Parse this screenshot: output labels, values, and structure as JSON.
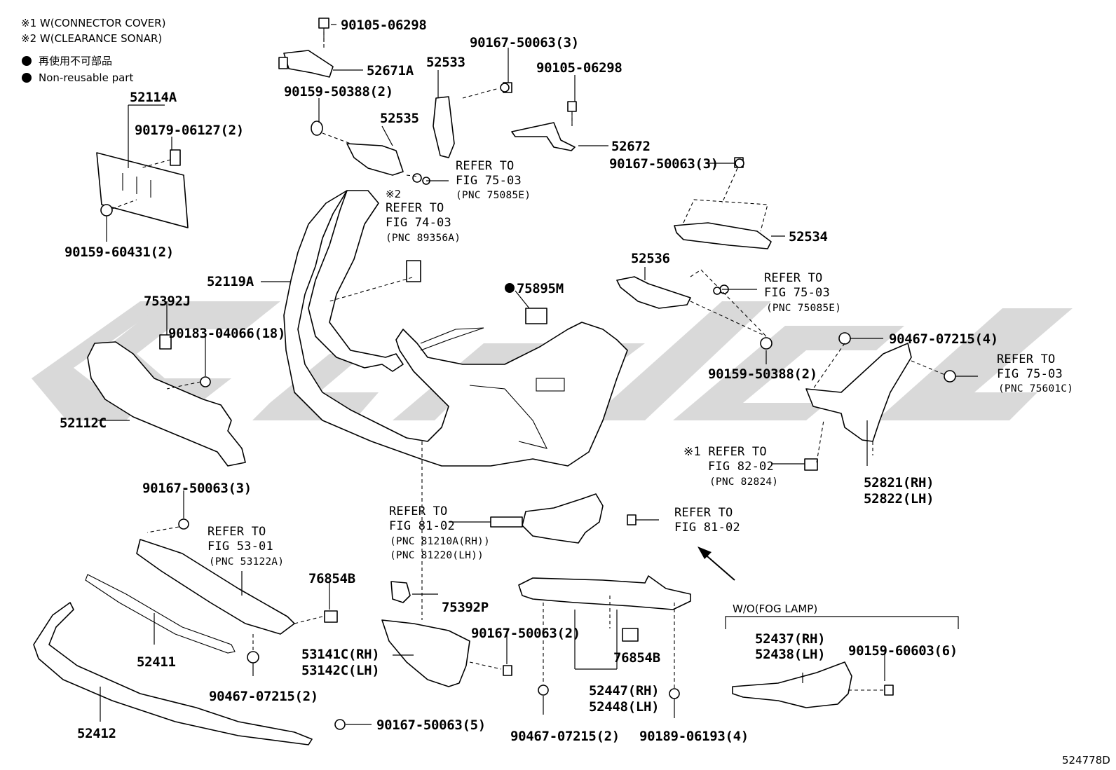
{
  "notes": {
    "note1": "※1 W(CONNECTOR COVER)",
    "note2": "※2 W(CLEARANCE SONAR)",
    "nonreusable_jp": "再使用不可部品",
    "nonreusable_en": "Non-reusable part"
  },
  "illustration_id": "524778D",
  "section_label": "W/O(FOG LAMP)",
  "part_labels": {
    "p90105_06298_top": "90105-06298",
    "p52671A": "52671A",
    "p90167_50063_3_top": "90167-50063(3)",
    "p52533": "52533",
    "p90105_06298_right": "90105-06298",
    "p52114A": "52114A",
    "p90159_50388_2_top": "90159-50388(2)",
    "p52535": "52535",
    "p90179_06127_2": "90179-06127(2)",
    "p52672": "52672",
    "p90167_50063_3_right": "90167-50063(3)",
    "p90159_60431_2": "90159-60431(2)",
    "p52534": "52534",
    "p52119A": "52119A",
    "p52536": "52536",
    "p75895M": "75895M",
    "p75392J": "75392J",
    "p90183_04066_18": "90183-04066(18)",
    "p90467_07215_4": "90467-07215(4)",
    "p90159_50388_2_right": "90159-50388(2)",
    "p52112C": "52112C",
    "p52821RH": "52821(RH)",
    "p52822LH": "52822(LH)",
    "p90167_50063_3_left": "90167-50063(3)",
    "p76854B_left": "76854B",
    "p75392P": "75392P",
    "p52411": "52411",
    "p53141C": "53141C(RH)",
    "p53142C": "53142C(LH)",
    "p90167_50063_2": "90167-50063(2)",
    "p76854B_right": "76854B",
    "p52437": "52437(RH)",
    "p52438": "52438(LH)",
    "p90159_60603_6": "90159-60603(6)",
    "p52447": "52447(RH)",
    "p52448": "52448(LH)",
    "p90467_07215_2_left": "90467-07215(2)",
    "p52412": "52412",
    "p90167_50063_5": "90167-50063(5)",
    "p90467_07215_2_bottom": "90467-07215(2)",
    "p90189_06193_4": "90189-06193(4)"
  },
  "references": {
    "ref1": {
      "l1": "REFER TO",
      "l2": "FIG 75-03",
      "l3": "(PNC 75085E)"
    },
    "ref2": {
      "prefix": "※2",
      "l1": "REFER TO",
      "l2": "FIG 74-03",
      "l3": "(PNC 89356A)"
    },
    "ref3": {
      "l1": "REFER TO",
      "l2": "FIG 75-03",
      "l3": "(PNC 75085E)"
    },
    "ref4": {
      "l1": "REFER TO",
      "l2": "FIG 75-03",
      "l3": "(PNC 75601C)"
    },
    "ref5": {
      "l1": "※1 REFER TO",
      "l2": "FIG 82-02",
      "l3": "(PNC 82824)"
    },
    "ref6": {
      "l1": "REFER TO",
      "l2": "FIG 81-02",
      "l3": "(PNC 81210A(RH))",
      "l4": "(PNC 81220(LH))"
    },
    "ref7": {
      "l1": "REFER TO",
      "l2": "FIG 81-02"
    },
    "ref8": {
      "l1": "REFER TO",
      "l2": "FIG 53-01",
      "l3": "(PNC 53122A)"
    }
  },
  "icons": {
    "bullet": "filled-circle-icon",
    "arrow": "direction-arrow-icon"
  }
}
